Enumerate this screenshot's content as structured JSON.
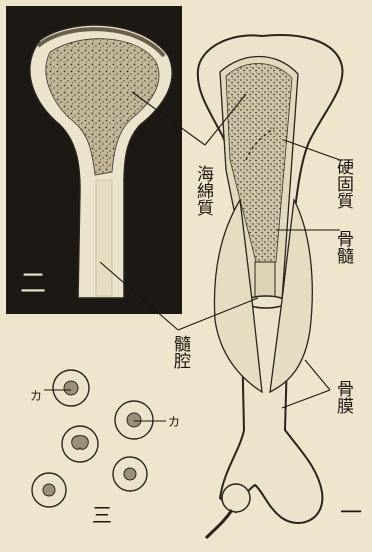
{
  "labels": {
    "cancellous_bone": "海綿質",
    "compact_bone": "硬固質",
    "bone_marrow": "骨髓",
    "marrow_cavity": "髓腔",
    "periosteum": "骨膜",
    "cell_label_left": "カ",
    "cell_label_right": "カ"
  },
  "figure_numbers": {
    "one": "一",
    "two": "二",
    "three": "三"
  },
  "colors": {
    "paper": "#efe5cc",
    "ink": "#1a1510",
    "dark_panel": "#1c1915",
    "spongy_bone": "#b9ad92"
  }
}
